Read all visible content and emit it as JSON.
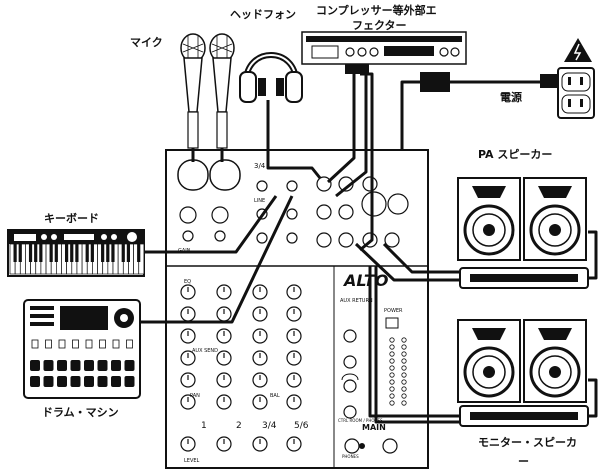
{
  "labels": {
    "mic": "マイク",
    "headphone": "ヘッドフォン",
    "effector_line1": "コンプレッサー等外部エ",
    "effector_line2": "フェクター",
    "power": "電源",
    "pa_speaker": "PA スピーカー",
    "keyboard": "キーボード",
    "drum_machine": "ドラム・マシン",
    "monitor_line1": "モニター・スピーカ",
    "monitor_line2": "ー"
  },
  "mixer": {
    "brand": "ALTO",
    "channel_numbers": [
      "1",
      "2",
      "3/4",
      "5/6"
    ],
    "input_34_label": "3/4",
    "main_label": "MAIN",
    "knob_labels": {
      "eq": "EQ",
      "aux_send": "AUX SEND",
      "pan": "PAN",
      "bal": "BAL",
      "level": "LEVEL",
      "gain": "GAIN",
      "line": "LINE",
      "aux_return": "AUX RETURN",
      "power": "POWER",
      "phones": "PHONES",
      "ctrl_room": "CTRL ROOM / PHONES"
    }
  },
  "icons": [
    "microphone-icon",
    "headphones-icon",
    "rack-effector-icon",
    "wall-outlet-icon",
    "warning-icon",
    "keyboard-icon",
    "drum-machine-icon",
    "speaker-icon",
    "amplifier-icon"
  ]
}
